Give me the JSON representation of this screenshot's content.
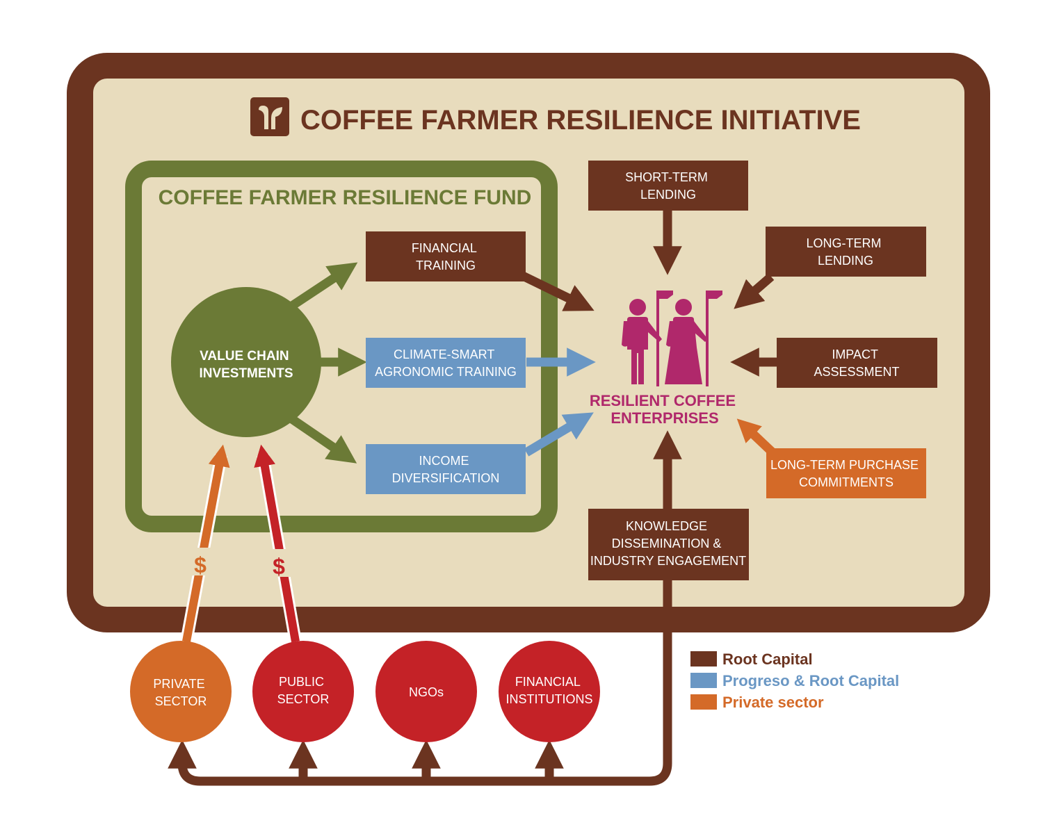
{
  "title": "COFFEE FARMER RESILIENCE INITIATIVE",
  "fund_title": "COFFEE FARMER RESILIENCE FUND",
  "value_chain": [
    "VALUE CHAIN",
    "INVESTMENTS"
  ],
  "activities": {
    "financial_training": [
      "FINANCIAL",
      "TRAINING"
    ],
    "climate_smart": [
      "CLIMATE-SMART",
      "AGRONOMIC TRAINING"
    ],
    "income_diversification": [
      "INCOME",
      "DIVERSIFICATION"
    ],
    "short_term_lending": [
      "SHORT-TERM",
      "LENDING"
    ],
    "long_term_lending": [
      "LONG-TERM",
      "LENDING"
    ],
    "impact_assessment": [
      "IMPACT",
      "ASSESSMENT"
    ],
    "long_term_purchase": [
      "LONG-TERM PURCHASE",
      "COMMITMENTS"
    ],
    "knowledge": [
      "KNOWLEDGE",
      "DISSEMINATION &",
      "INDUSTRY ENGAGEMENT"
    ]
  },
  "center": [
    "RESILIENT COFFEE",
    "ENTERPRISES"
  ],
  "funding_symbol": "$",
  "stakeholders": {
    "private": [
      "PRIVATE",
      "SECTOR"
    ],
    "public": [
      "PUBLIC",
      "SECTOR"
    ],
    "ngos": [
      "NGOs"
    ],
    "financial": [
      "FINANCIAL",
      "INSTITUTIONS"
    ]
  },
  "legend": [
    {
      "label": "Root Capital",
      "color": "#6b3420"
    },
    {
      "label": "Progreso & Root Capital",
      "color": "#6a97c4"
    },
    {
      "label": "Private sector",
      "color": "#d46a28"
    }
  ],
  "colors": {
    "brown": "#6b3420",
    "beige": "#e8dcbd",
    "green": "#6b7a36",
    "blue": "#6a97c4",
    "orange": "#d46a28",
    "red": "#c42227",
    "magenta": "#b0286b"
  },
  "icons": {
    "logo": "sprout-logo-icon",
    "farmers": "farmers-with-hoes-icon"
  }
}
